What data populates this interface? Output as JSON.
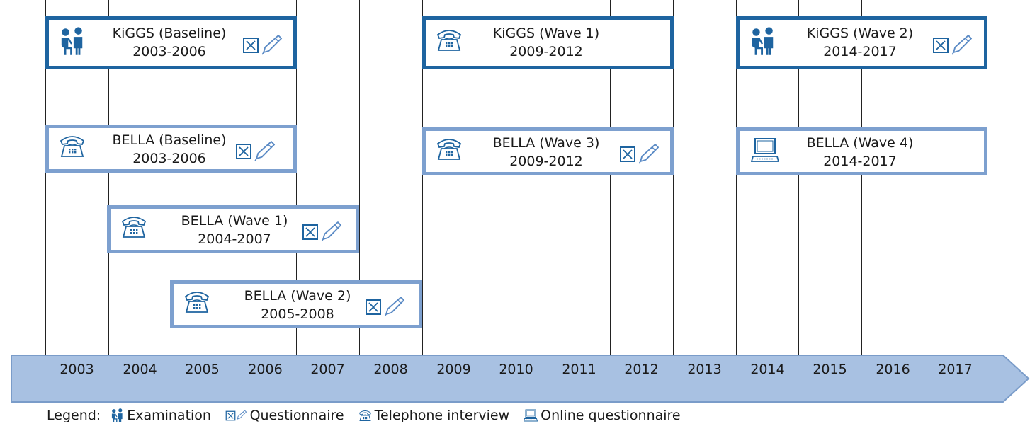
{
  "studies": [
    {
      "name": "KiGGS (Baseline)",
      "years": "2003-2006",
      "series": "kiggs",
      "icon": "examination-icon",
      "questionnaire": true
    },
    {
      "name": "KiGGS (Wave 1)",
      "years": "2009-2012",
      "series": "kiggs",
      "icon": "telephone-icon",
      "questionnaire": false
    },
    {
      "name": "KiGGS (Wave 2)",
      "years": "2014-2017",
      "series": "kiggs",
      "icon": "examination-icon",
      "questionnaire": true
    },
    {
      "name": "BELLA (Baseline)",
      "years": "2003-2006",
      "series": "bella",
      "icon": "telephone-icon",
      "questionnaire": true
    },
    {
      "name": "BELLA (Wave 3)",
      "years": "2009-2012",
      "series": "bella",
      "icon": "telephone-icon",
      "questionnaire": true
    },
    {
      "name": "BELLA (Wave 4)",
      "years": "2014-2017",
      "series": "bella",
      "icon": "computer-icon",
      "questionnaire": false
    },
    {
      "name": "BELLA (Wave 1)",
      "years": "2004-2007",
      "series": "bella",
      "icon": "telephone-icon",
      "questionnaire": true
    },
    {
      "name": "BELLA (Wave 2)",
      "years": "2005-2008",
      "series": "bella",
      "icon": "telephone-icon",
      "questionnaire": true
    }
  ],
  "timeline": {
    "years": [
      "2003",
      "2004",
      "2005",
      "2006",
      "2007",
      "2008",
      "2009",
      "2010",
      "2011",
      "2012",
      "2013",
      "2014",
      "2015",
      "2016",
      "2017"
    ]
  },
  "legend": {
    "title": "Legend:",
    "items": [
      {
        "label": "Examination",
        "icon": "examination-icon"
      },
      {
        "label": "Questionnaire",
        "icon": "questionnaire-icon"
      },
      {
        "label": "Telephone interview",
        "icon": "telephone-icon"
      },
      {
        "label": "Online questionnaire",
        "icon": "computer-icon"
      }
    ]
  },
  "colors": {
    "kiggs_border": "#1e64a0",
    "bella_border": "#7da0cf",
    "icon_dark": "#1e64a0",
    "icon_light": "#5a8ac5",
    "timeline_fill": "#a8c1e2",
    "timeline_stroke": "#7a9cc9"
  }
}
